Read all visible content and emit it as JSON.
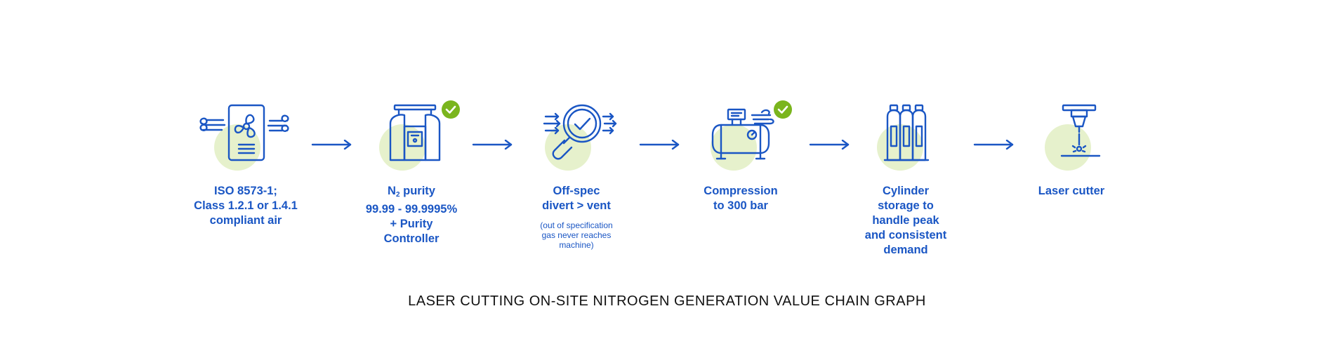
{
  "colors": {
    "primary": "#1a56c4",
    "accent_green": "#e6f1cc",
    "check_green": "#7ab51d"
  },
  "steps": [
    {
      "icon": "air-fan-icon",
      "label_lines": [
        "ISO 8573-1;",
        "Class 1.2.1 or 1.4.1",
        "compliant air"
      ],
      "checked": false
    },
    {
      "icon": "nitrogen-generator-icon",
      "label_prefix": "N",
      "label_sub": "2",
      "label_first_suffix": " purity",
      "label_lines": [
        "99.99 - 99.9995%",
        "+ Purity",
        "Controller"
      ],
      "checked": true
    },
    {
      "icon": "magnifier-check-icon",
      "label_lines": [
        "Off-spec",
        "divert > vent"
      ],
      "note_lines": [
        "(out of specification",
        "gas never reaches",
        "machine)"
      ],
      "checked": false
    },
    {
      "icon": "compressor-icon",
      "label_lines": [
        "Compression",
        "to 300 bar"
      ],
      "checked": true
    },
    {
      "icon": "gas-cylinders-icon",
      "label_lines": [
        "Cylinder",
        "storage to",
        "handle peak",
        "and consistent",
        "demand"
      ],
      "checked": false
    },
    {
      "icon": "laser-cutter-icon",
      "label_lines": [
        "Laser cutter"
      ],
      "checked": false
    }
  ],
  "caption": "LASER CUTTING ON-SITE NITROGEN GENERATION VALUE CHAIN GRAPH"
}
